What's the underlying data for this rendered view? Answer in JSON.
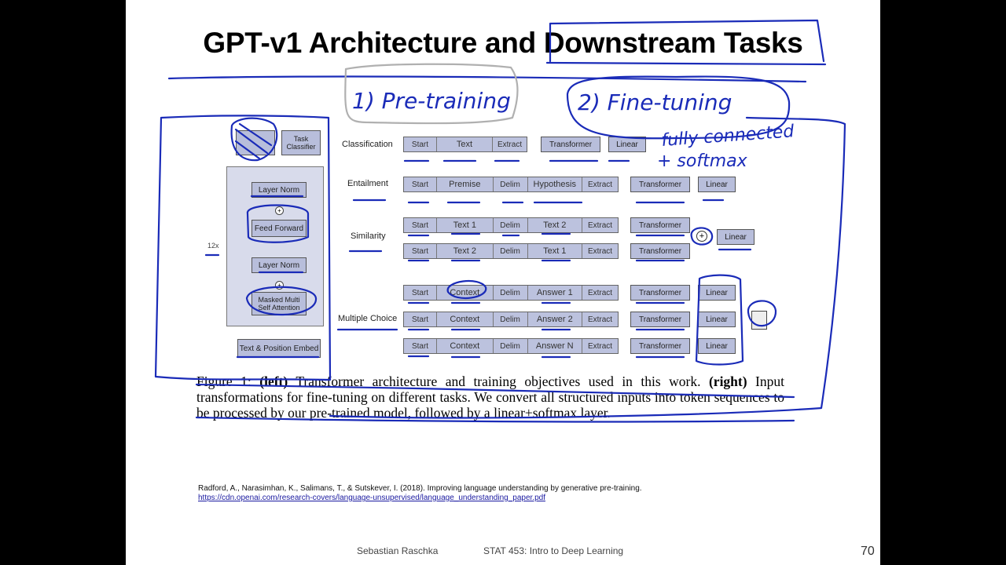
{
  "slide": {
    "title": "GPT-v1 Architecture and Downstream Tasks",
    "page_number": "70",
    "footer_author": "Sebastian Raschka",
    "footer_course": "STAT 453: Intro to Deep Learning"
  },
  "left_model": {
    "task_classifier": "Task Classifier",
    "layer_norm_top": "Layer Norm",
    "feed_forward": "Feed Forward",
    "layer_norm_bottom": "Layer Norm",
    "masked_attention": "Masked Multi Self Attention",
    "embed": "Text & Position Embed",
    "repeat": "12x",
    "plus": "+"
  },
  "tasks": {
    "classification": {
      "label": "Classification",
      "tokens": [
        "Start",
        "Text",
        "Extract"
      ],
      "transformer": "Transformer",
      "linear": "Linear"
    },
    "entailment": {
      "label": "Entailment",
      "tokens": [
        "Start",
        "Premise",
        "Delim",
        "Hypothesis",
        "Extract"
      ],
      "transformer": "Transformer",
      "linear": "Linear"
    },
    "similarity": {
      "label": "Similarity",
      "row1": [
        "Start",
        "Text 1",
        "Delim",
        "Text 2",
        "Extract"
      ],
      "row2": [
        "Start",
        "Text 2",
        "Delim",
        "Text 1",
        "Extract"
      ],
      "transformer": "Transformer",
      "linear": "Linear",
      "plus": "+"
    },
    "multiple_choice": {
      "label": "Multiple Choice",
      "row1": [
        "Start",
        "Context",
        "Delim",
        "Answer 1",
        "Extract"
      ],
      "row2": [
        "Start",
        "Context",
        "Delim",
        "Answer 2",
        "Extract"
      ],
      "row3": [
        "Start",
        "Context",
        "Delim",
        "Answer N",
        "Extract"
      ],
      "transformer": "Transformer",
      "linear": "Linear"
    }
  },
  "caption": {
    "prefix": "Figure 1: ",
    "left_bold": "(left)",
    "mid": " Transformer architecture and training objectives used in this work. ",
    "right_bold": "(right)",
    "rest": " Input transformations for fine-tuning on different tasks. We convert all structured inputs into token sequences to be processed by our pre-trained model, followed by a linear+softmax layer."
  },
  "reference": {
    "citation": "Radford, A., Narasimhan, K., Salimans, T., & Sutskever, I. (2018). Improving language understanding by generative pre-training.",
    "url": "https://cdn.openai.com/research-covers/language-unsupervised/language_understanding_paper.pdf"
  },
  "annotations": {
    "pretraining": "1) Pre-training",
    "finetuning": "2) Fine-tuning",
    "fc_note": "fully connected",
    "softmax_note": "+ softmax"
  },
  "colors": {
    "box_fill": "#b8bedb",
    "ink_blue": "#1a2bb8",
    "highlight_gray": "#b0b0b0"
  }
}
